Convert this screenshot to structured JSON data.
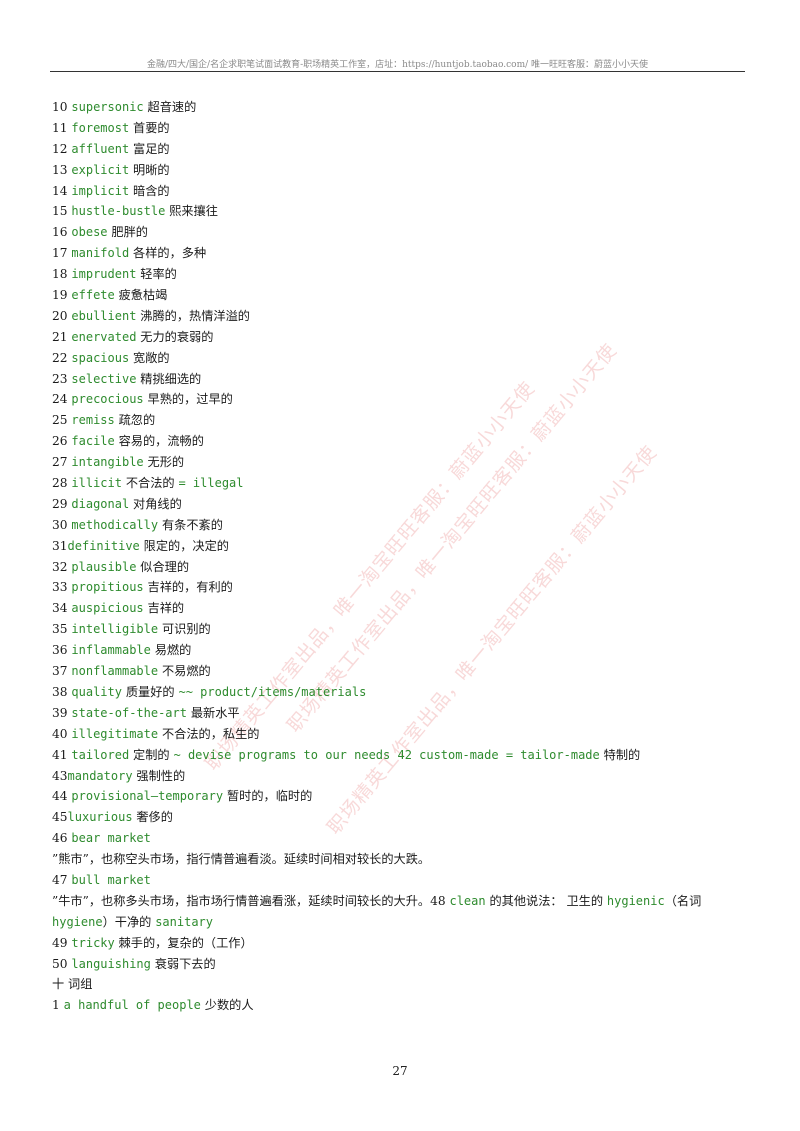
{
  "header": "金融/四大/国企/名企求职笔试面试教育-职场精英工作室，店址：https://huntjob.taobao.com/  唯一旺旺客服：蔚蓝小小天使",
  "watermark": "职场精英工作室出品，唯一淘宝旺旺客服：蔚蓝小小天使",
  "lines": [
    {
      "segs": [
        {
          "t": "10 "
        },
        {
          "t": "supersonic",
          "en": true
        },
        {
          "t": " 超音速的"
        }
      ]
    },
    {
      "segs": [
        {
          "t": "11 "
        },
        {
          "t": "foremost",
          "en": true
        },
        {
          "t": " 首要的"
        }
      ]
    },
    {
      "segs": [
        {
          "t": "12 "
        },
        {
          "t": "affluent",
          "en": true
        },
        {
          "t": " 富足的"
        }
      ]
    },
    {
      "segs": [
        {
          "t": "13 "
        },
        {
          "t": "explicit",
          "en": true
        },
        {
          "t": " 明晰的"
        }
      ]
    },
    {
      "segs": [
        {
          "t": "14 "
        },
        {
          "t": "implicit",
          "en": true
        },
        {
          "t": " 暗含的"
        }
      ]
    },
    {
      "segs": [
        {
          "t": "15 "
        },
        {
          "t": "hustle-bustle",
          "en": true
        },
        {
          "t": " 熙来攘往"
        }
      ]
    },
    {
      "segs": [
        {
          "t": "16 "
        },
        {
          "t": "obese",
          "en": true
        },
        {
          "t": " 肥胖的"
        }
      ]
    },
    {
      "segs": [
        {
          "t": "17 "
        },
        {
          "t": "manifold",
          "en": true
        },
        {
          "t": " 各样的，多种"
        }
      ]
    },
    {
      "segs": [
        {
          "t": "18 "
        },
        {
          "t": "imprudent",
          "en": true
        },
        {
          "t": " 轻率的"
        }
      ]
    },
    {
      "segs": [
        {
          "t": "19 "
        },
        {
          "t": "effete",
          "en": true
        },
        {
          "t": " 疲惫枯竭"
        }
      ]
    },
    {
      "segs": [
        {
          "t": "20 "
        },
        {
          "t": "ebullient",
          "en": true
        },
        {
          "t": " 沸腾的，热情洋溢的"
        }
      ]
    },
    {
      "segs": [
        {
          "t": "21 "
        },
        {
          "t": "enervated",
          "en": true
        },
        {
          "t": " 无力的衰弱的"
        }
      ]
    },
    {
      "segs": [
        {
          "t": "22 "
        },
        {
          "t": "spacious",
          "en": true
        },
        {
          "t": " 宽敞的"
        }
      ]
    },
    {
      "segs": [
        {
          "t": "23 "
        },
        {
          "t": "selective",
          "en": true
        },
        {
          "t": " 精挑细选的"
        }
      ]
    },
    {
      "segs": [
        {
          "t": "24 "
        },
        {
          "t": "precocious",
          "en": true
        },
        {
          "t": " 早熟的，过早的"
        }
      ]
    },
    {
      "segs": [
        {
          "t": "25 "
        },
        {
          "t": "remiss",
          "en": true
        },
        {
          "t": " 疏忽的"
        }
      ]
    },
    {
      "segs": [
        {
          "t": "26 "
        },
        {
          "t": "facile",
          "en": true
        },
        {
          "t": " 容易的，流畅的"
        }
      ]
    },
    {
      "segs": [
        {
          "t": "27 "
        },
        {
          "t": "intangible",
          "en": true
        },
        {
          "t": " 无形的"
        }
      ]
    },
    {
      "segs": [
        {
          "t": "28 "
        },
        {
          "t": "illicit",
          "en": true
        },
        {
          "t": " 不合法的 "
        },
        {
          "t": "= illegal",
          "en": true
        }
      ]
    },
    {
      "segs": [
        {
          "t": "29 "
        },
        {
          "t": "diagonal",
          "en": true
        },
        {
          "t": " 对角线的"
        }
      ]
    },
    {
      "segs": [
        {
          "t": "30 "
        },
        {
          "t": "methodically",
          "en": true
        },
        {
          "t": " 有条不紊的"
        }
      ]
    },
    {
      "segs": [
        {
          "t": "31"
        },
        {
          "t": "definitive",
          "en": true
        },
        {
          "t": " 限定的，决定的"
        }
      ]
    },
    {
      "segs": [
        {
          "t": "32 "
        },
        {
          "t": "plausible",
          "en": true
        },
        {
          "t": " 似合理的"
        }
      ]
    },
    {
      "segs": [
        {
          "t": "33 "
        },
        {
          "t": "propitious",
          "en": true
        },
        {
          "t": " 吉祥的，有利的"
        }
      ]
    },
    {
      "segs": [
        {
          "t": "34 "
        },
        {
          "t": "auspicious",
          "en": true
        },
        {
          "t": " 吉祥的"
        }
      ]
    },
    {
      "segs": [
        {
          "t": "35 "
        },
        {
          "t": "intelligible",
          "en": true
        },
        {
          "t": " 可识别的"
        }
      ]
    },
    {
      "segs": [
        {
          "t": "36 "
        },
        {
          "t": "inflammable",
          "en": true
        },
        {
          "t": " 易燃的"
        }
      ]
    },
    {
      "segs": [
        {
          "t": "37 "
        },
        {
          "t": "nonflammable",
          "en": true
        },
        {
          "t": " 不易燃的"
        }
      ]
    },
    {
      "segs": [
        {
          "t": "38 "
        },
        {
          "t": "quality",
          "en": true
        },
        {
          "t": " 质量好的 "
        },
        {
          "t": "~~ product/items/materials",
          "en": true
        }
      ]
    },
    {
      "segs": [
        {
          "t": "39 "
        },
        {
          "t": "state-of-the-art",
          "en": true
        },
        {
          "t": " 最新水平"
        }
      ]
    },
    {
      "segs": [
        {
          "t": "40 "
        },
        {
          "t": "illegitimate",
          "en": true
        },
        {
          "t": " 不合法的，私生的"
        }
      ]
    },
    {
      "segs": [
        {
          "t": "41 "
        },
        {
          "t": "tailored",
          "en": true
        },
        {
          "t": " 定制的 "
        },
        {
          "t": "~ devise programs to our needs 42 custom-made = tailor-made",
          "en": true
        },
        {
          "t": " 特制的"
        }
      ]
    },
    {
      "segs": [
        {
          "t": "43"
        },
        {
          "t": "mandatory",
          "en": true
        },
        {
          "t": " 强制性的"
        }
      ]
    },
    {
      "segs": [
        {
          "t": "44 "
        },
        {
          "t": "provisional—temporary",
          "en": true
        },
        {
          "t": " 暂时的，临时的"
        }
      ]
    },
    {
      "segs": [
        {
          "t": "45"
        },
        {
          "t": "luxurious",
          "en": true
        },
        {
          "t": " 奢侈的"
        }
      ]
    },
    {
      "segs": [
        {
          "t": "46 "
        },
        {
          "t": "bear market",
          "en": true
        }
      ]
    },
    {
      "segs": [
        {
          "t": "”熊市”，也称空头市场，指行情普遍看淡。延续时间相对较长的大跌。"
        }
      ]
    },
    {
      "segs": [
        {
          "t": "47 "
        },
        {
          "t": "bull market",
          "en": true
        }
      ]
    },
    {
      "wrap": true,
      "segs": [
        {
          "t": "”牛市”，也称多头市场，指市场行情普遍看涨，延续时间较长的大升。48 "
        },
        {
          "t": "clean",
          "en": true
        },
        {
          "t": " 的其他说法： 卫生的 "
        },
        {
          "t": "hygienic",
          "en": true
        },
        {
          "t": "（名词 "
        },
        {
          "t": "hygiene",
          "en": true
        },
        {
          "t": "）干净的 "
        },
        {
          "t": "sanitary",
          "en": true
        }
      ]
    },
    {
      "segs": [
        {
          "t": "49 "
        },
        {
          "t": "tricky",
          "en": true
        },
        {
          "t": " 棘手的，复杂的（工作）"
        }
      ]
    },
    {
      "segs": [
        {
          "t": "50 "
        },
        {
          "t": "languishing",
          "en": true
        },
        {
          "t": " 衰弱下去的"
        }
      ]
    },
    {
      "segs": [
        {
          "t": "十 词组"
        }
      ]
    },
    {
      "segs": [
        {
          "t": "1 "
        },
        {
          "t": "a handful of people",
          "en": true
        },
        {
          "t": " 少数的人"
        }
      ]
    }
  ],
  "page_number": "27"
}
